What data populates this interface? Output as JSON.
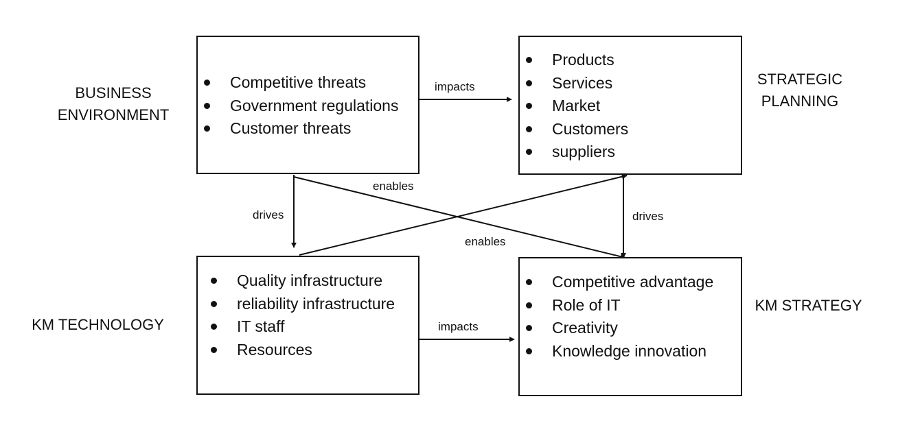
{
  "labels": {
    "business_environment": [
      "BUSINESS",
      "ENVIRONMENT"
    ],
    "strategic_planning": [
      "STRATEGIC",
      "PLANNING"
    ],
    "km_technology": "KM TECHNOLOGY",
    "km_strategy": "KM STRATEGY"
  },
  "boxes": {
    "business_environment": [
      "Competitive threats",
      "Government regulations",
      "Customer threats"
    ],
    "strategic_planning": [
      "Products",
      "Services",
      "Market",
      "Customers",
      "suppliers"
    ],
    "km_technology": [
      "Quality infrastructure",
      "reliability infrastructure",
      "IT staff",
      "Resources"
    ],
    "km_strategy": [
      "Competitive advantage",
      "Role of IT",
      "Creativity",
      "Knowledge innovation"
    ]
  },
  "edges": {
    "impacts_top": "impacts",
    "impacts_bottom": "impacts",
    "drives_left": "drives",
    "drives_right": "drives",
    "enables_upper": "enables",
    "enables_lower": "enables"
  }
}
